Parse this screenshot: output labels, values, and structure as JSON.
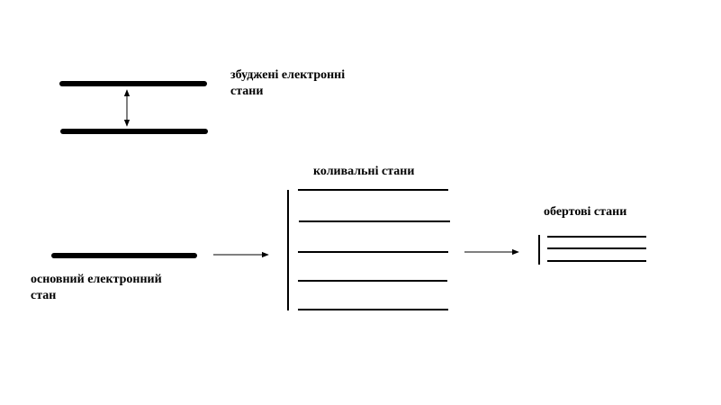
{
  "labels": {
    "excited_line1": "збуджені електронні",
    "excited_line2": "стани",
    "ground_line1": "основний електронний",
    "ground_line2": "стан",
    "vibrational": "коливальні стани",
    "rotational": "обертові стани"
  },
  "colors": {
    "ink": "#000000",
    "background": "#ffffff"
  }
}
